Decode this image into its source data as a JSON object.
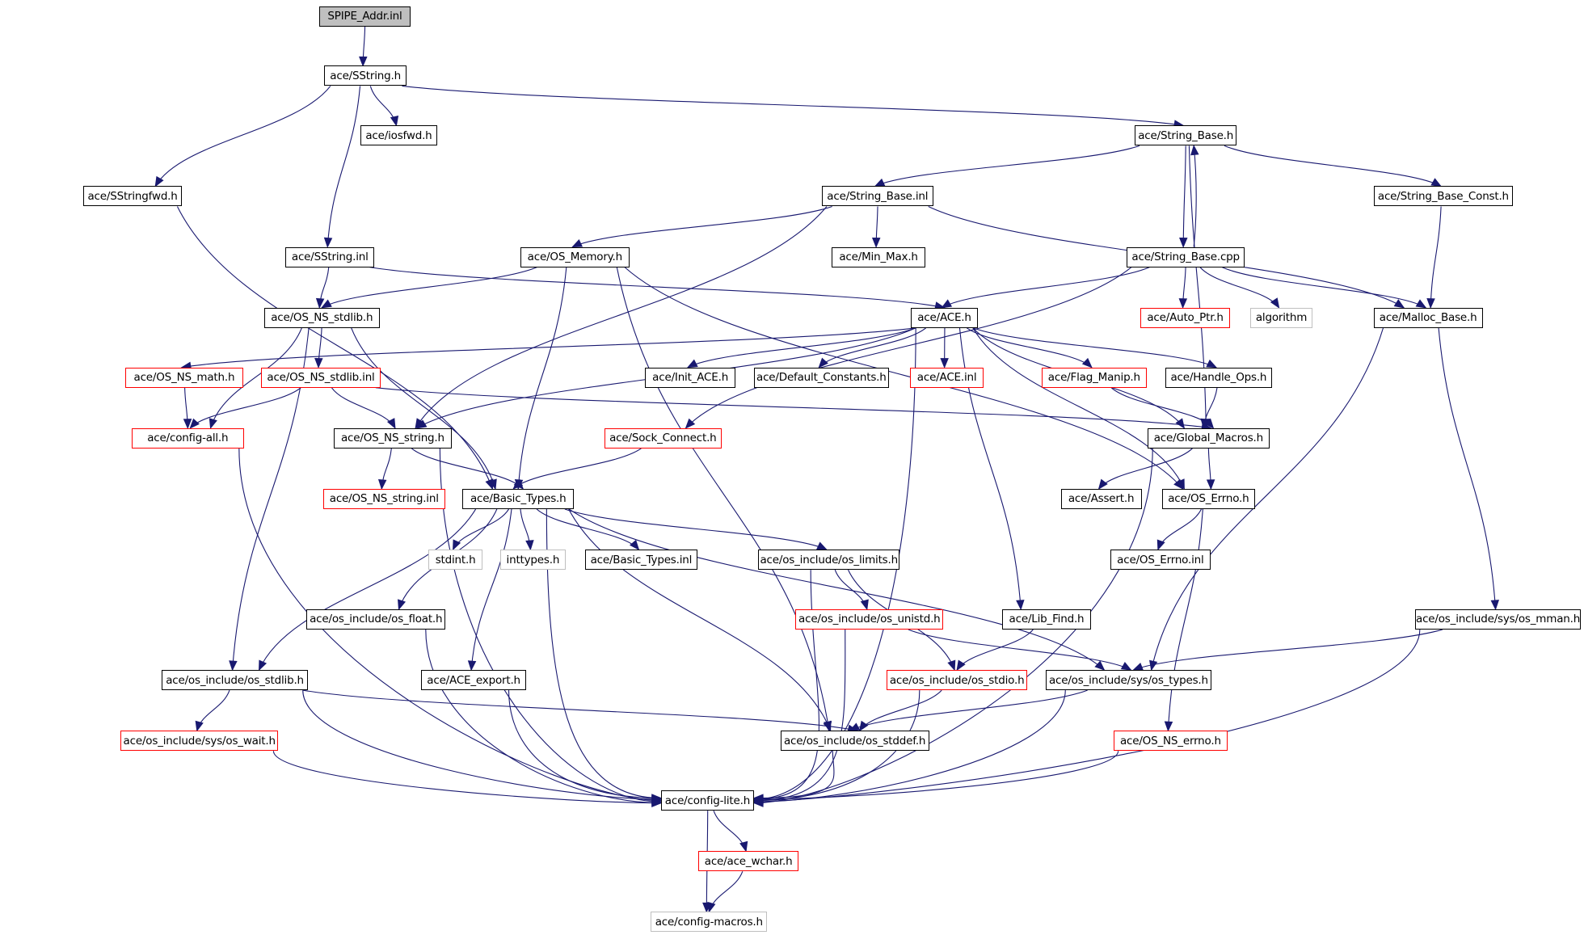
{
  "diagram": {
    "type": "include-dependency-graph",
    "edge_color": "#191970",
    "legend_styles": {
      "root": {
        "fill": "#bfbfbf",
        "border": "#000000"
      },
      "documented": {
        "fill": "#ffffff",
        "border": "#000000"
      },
      "undocumented": {
        "fill": "#ffffff",
        "border": "#ff0000"
      },
      "external": {
        "fill": "#ffffff",
        "border": "#bfbfbf"
      }
    },
    "nodes": [
      {
        "id": "spipe_addr_inl",
        "label": "SPIPE_Addr.inl",
        "style": "root"
      },
      {
        "id": "sstring_h",
        "label": "ace/SString.h",
        "style": "documented"
      },
      {
        "id": "iosfwd_h",
        "label": "ace/iosfwd.h",
        "style": "documented"
      },
      {
        "id": "string_base_h",
        "label": "ace/String_Base.h",
        "style": "documented"
      },
      {
        "id": "sstringfwd_h",
        "label": "ace/SStringfwd.h",
        "style": "documented"
      },
      {
        "id": "string_base_inl",
        "label": "ace/String_Base.inl",
        "style": "documented"
      },
      {
        "id": "string_base_const_h",
        "label": "ace/String_Base_Const.h",
        "style": "documented"
      },
      {
        "id": "sstring_inl",
        "label": "ace/SString.inl",
        "style": "documented"
      },
      {
        "id": "os_memory_h",
        "label": "ace/OS_Memory.h",
        "style": "documented"
      },
      {
        "id": "min_max_h",
        "label": "ace/Min_Max.h",
        "style": "documented"
      },
      {
        "id": "string_base_cpp",
        "label": "ace/String_Base.cpp",
        "style": "documented"
      },
      {
        "id": "os_ns_stdlib_h",
        "label": "ace/OS_NS_stdlib.h",
        "style": "documented"
      },
      {
        "id": "ace_h",
        "label": "ace/ACE.h",
        "style": "documented"
      },
      {
        "id": "auto_ptr_h",
        "label": "ace/Auto_Ptr.h",
        "style": "undocumented"
      },
      {
        "id": "algorithm",
        "label": "algorithm",
        "style": "external"
      },
      {
        "id": "malloc_base_h",
        "label": "ace/Malloc_Base.h",
        "style": "documented"
      },
      {
        "id": "os_ns_math_h",
        "label": "ace/OS_NS_math.h",
        "style": "undocumented"
      },
      {
        "id": "os_ns_stdlib_inl",
        "label": "ace/OS_NS_stdlib.inl",
        "style": "undocumented"
      },
      {
        "id": "init_ace_h",
        "label": "ace/Init_ACE.h",
        "style": "documented"
      },
      {
        "id": "default_constants_h",
        "label": "ace/Default_Constants.h",
        "style": "documented"
      },
      {
        "id": "ace_inl",
        "label": "ace/ACE.inl",
        "style": "undocumented"
      },
      {
        "id": "flag_manip_h",
        "label": "ace/Flag_Manip.h",
        "style": "undocumented"
      },
      {
        "id": "handle_ops_h",
        "label": "ace/Handle_Ops.h",
        "style": "documented"
      },
      {
        "id": "config_all_h",
        "label": "ace/config-all.h",
        "style": "undocumented"
      },
      {
        "id": "os_ns_string_h",
        "label": "ace/OS_NS_string.h",
        "style": "documented"
      },
      {
        "id": "sock_connect_h",
        "label": "ace/Sock_Connect.h",
        "style": "undocumented"
      },
      {
        "id": "global_macros_h",
        "label": "ace/Global_Macros.h",
        "style": "documented"
      },
      {
        "id": "os_ns_string_inl",
        "label": "ace/OS_NS_string.inl",
        "style": "undocumented"
      },
      {
        "id": "basic_types_h",
        "label": "ace/Basic_Types.h",
        "style": "documented"
      },
      {
        "id": "assert_h",
        "label": "ace/Assert.h",
        "style": "documented"
      },
      {
        "id": "os_errno_h",
        "label": "ace/OS_Errno.h",
        "style": "documented"
      },
      {
        "id": "stdint_h",
        "label": "stdint.h",
        "style": "external"
      },
      {
        "id": "inttypes_h",
        "label": "inttypes.h",
        "style": "external"
      },
      {
        "id": "basic_types_inl",
        "label": "ace/Basic_Types.inl",
        "style": "documented"
      },
      {
        "id": "os_limits_h",
        "label": "ace/os_include/os_limits.h",
        "style": "documented"
      },
      {
        "id": "os_errno_inl",
        "label": "ace/OS_Errno.inl",
        "style": "documented"
      },
      {
        "id": "os_float_h",
        "label": "ace/os_include/os_float.h",
        "style": "documented"
      },
      {
        "id": "os_unistd_h",
        "label": "ace/os_include/os_unistd.h",
        "style": "undocumented"
      },
      {
        "id": "lib_find_h",
        "label": "ace/Lib_Find.h",
        "style": "documented"
      },
      {
        "id": "os_mman_h",
        "label": "ace/os_include/sys/os_mman.h",
        "style": "documented"
      },
      {
        "id": "ace_export_h",
        "label": "ace/ACE_export.h",
        "style": "documented"
      },
      {
        "id": "os_stdlib_h",
        "label": "ace/os_include/os_stdlib.h",
        "style": "documented"
      },
      {
        "id": "os_stdio_h",
        "label": "ace/os_include/os_stdio.h",
        "style": "undocumented"
      },
      {
        "id": "os_types_h",
        "label": "ace/os_include/sys/os_types.h",
        "style": "documented"
      },
      {
        "id": "os_wait_h",
        "label": "ace/os_include/sys/os_wait.h",
        "style": "undocumented"
      },
      {
        "id": "os_stddef_h",
        "label": "ace/os_include/os_stddef.h",
        "style": "documented"
      },
      {
        "id": "os_ns_errno_h",
        "label": "ace/OS_NS_errno.h",
        "style": "undocumented"
      },
      {
        "id": "config_lite_h",
        "label": "ace/config-lite.h",
        "style": "documented"
      },
      {
        "id": "ace_wchar_h",
        "label": "ace/ace_wchar.h",
        "style": "undocumented"
      },
      {
        "id": "config_macros_h",
        "label": "ace/config-macros.h",
        "style": "external"
      }
    ],
    "edges": [
      [
        "spipe_addr_inl",
        "sstring_h"
      ],
      [
        "sstring_h",
        "sstringfwd_h"
      ],
      [
        "sstring_h",
        "iosfwd_h"
      ],
      [
        "sstring_h",
        "sstring_inl"
      ],
      [
        "sstring_h",
        "string_base_h"
      ],
      [
        "sstringfwd_h",
        "basic_types_h"
      ],
      [
        "string_base_h",
        "string_base_inl"
      ],
      [
        "string_base_h",
        "string_base_cpp"
      ],
      [
        "string_base_h",
        "string_base_const_h"
      ],
      [
        "string_base_h",
        "global_macros_h"
      ],
      [
        "string_base_cpp",
        "string_base_h"
      ],
      [
        "string_base_cpp",
        "ace_h"
      ],
      [
        "string_base_cpp",
        "auto_ptr_h"
      ],
      [
        "string_base_cpp",
        "algorithm"
      ],
      [
        "string_base_cpp",
        "malloc_base_h"
      ],
      [
        "string_base_cpp",
        "sock_connect_h"
      ],
      [
        "string_base_inl",
        "os_memory_h"
      ],
      [
        "string_base_inl",
        "min_max_h"
      ],
      [
        "string_base_inl",
        "malloc_base_h"
      ],
      [
        "string_base_inl",
        "os_ns_string_h"
      ],
      [
        "string_base_const_h",
        "malloc_base_h"
      ],
      [
        "sstring_inl",
        "os_ns_stdlib_h"
      ],
      [
        "sstring_inl",
        "ace_h"
      ],
      [
        "os_memory_h",
        "os_ns_stdlib_h"
      ],
      [
        "os_memory_h",
        "basic_types_h"
      ],
      [
        "os_memory_h",
        "os_stddef_h"
      ],
      [
        "os_memory_h",
        "os_errno_h"
      ],
      [
        "os_ns_stdlib_h",
        "os_ns_stdlib_inl"
      ],
      [
        "os_ns_stdlib_h",
        "config_all_h"
      ],
      [
        "os_ns_stdlib_h",
        "basic_types_h"
      ],
      [
        "os_ns_stdlib_h",
        "os_stdlib_h"
      ],
      [
        "ace_h",
        "os_ns_math_h"
      ],
      [
        "ace_h",
        "init_ace_h"
      ],
      [
        "ace_h",
        "default_constants_h"
      ],
      [
        "ace_h",
        "ace_inl"
      ],
      [
        "ace_h",
        "flag_manip_h"
      ],
      [
        "ace_h",
        "handle_ops_h"
      ],
      [
        "ace_h",
        "os_ns_string_h"
      ],
      [
        "ace_h",
        "lib_find_h"
      ],
      [
        "ace_h",
        "config_lite_h"
      ],
      [
        "ace_h",
        "os_errno_h"
      ],
      [
        "ace_h",
        "global_macros_h"
      ],
      [
        "malloc_base_h",
        "os_types_h"
      ],
      [
        "malloc_base_h",
        "os_mman_h"
      ],
      [
        "os_ns_math_h",
        "config_all_h"
      ],
      [
        "os_ns_stdlib_inl",
        "config_all_h"
      ],
      [
        "os_ns_stdlib_inl",
        "os_ns_string_h"
      ],
      [
        "os_ns_stdlib_inl",
        "global_macros_h"
      ],
      [
        "flag_manip_h",
        "global_macros_h"
      ],
      [
        "handle_ops_h",
        "global_macros_h"
      ],
      [
        "config_all_h",
        "config_lite_h"
      ],
      [
        "os_ns_string_h",
        "os_ns_string_inl"
      ],
      [
        "os_ns_string_h",
        "basic_types_h"
      ],
      [
        "os_ns_string_h",
        "config_lite_h"
      ],
      [
        "sock_connect_h",
        "basic_types_h"
      ],
      [
        "global_macros_h",
        "assert_h"
      ],
      [
        "global_macros_h",
        "os_errno_h"
      ],
      [
        "global_macros_h",
        "config_lite_h"
      ],
      [
        "os_errno_h",
        "os_errno_inl"
      ],
      [
        "os_errno_h",
        "os_ns_errno_h"
      ],
      [
        "basic_types_h",
        "stdint_h"
      ],
      [
        "basic_types_h",
        "inttypes_h"
      ],
      [
        "basic_types_h",
        "basic_types_inl"
      ],
      [
        "basic_types_h",
        "os_limits_h"
      ],
      [
        "basic_types_h",
        "os_float_h"
      ],
      [
        "basic_types_h",
        "ace_export_h"
      ],
      [
        "basic_types_h",
        "os_stdlib_h"
      ],
      [
        "basic_types_h",
        "config_lite_h"
      ],
      [
        "basic_types_h",
        "os_stddef_h"
      ],
      [
        "basic_types_h",
        "os_types_h"
      ],
      [
        "os_limits_h",
        "os_unistd_h"
      ],
      [
        "os_limits_h",
        "config_lite_h"
      ],
      [
        "os_limits_h",
        "os_stdio_h"
      ],
      [
        "os_unistd_h",
        "config_lite_h"
      ],
      [
        "os_unistd_h",
        "os_types_h"
      ],
      [
        "lib_find_h",
        "os_stdio_h"
      ],
      [
        "os_mman_h",
        "os_types_h"
      ],
      [
        "os_mman_h",
        "config_lite_h"
      ],
      [
        "os_float_h",
        "config_lite_h"
      ],
      [
        "ace_export_h",
        "config_lite_h"
      ],
      [
        "os_stdlib_h",
        "os_wait_h"
      ],
      [
        "os_stdlib_h",
        "os_stddef_h"
      ],
      [
        "os_stdlib_h",
        "config_lite_h"
      ],
      [
        "os_stdio_h",
        "os_stddef_h"
      ],
      [
        "os_stdio_h",
        "config_lite_h"
      ],
      [
        "os_types_h",
        "os_stddef_h"
      ],
      [
        "os_types_h",
        "config_lite_h"
      ],
      [
        "os_wait_h",
        "config_lite_h"
      ],
      [
        "os_stddef_h",
        "config_lite_h"
      ],
      [
        "os_ns_errno_h",
        "config_lite_h"
      ],
      [
        "config_lite_h",
        "ace_wchar_h"
      ],
      [
        "config_lite_h",
        "config_macros_h"
      ],
      [
        "ace_wchar_h",
        "config_macros_h"
      ]
    ]
  }
}
